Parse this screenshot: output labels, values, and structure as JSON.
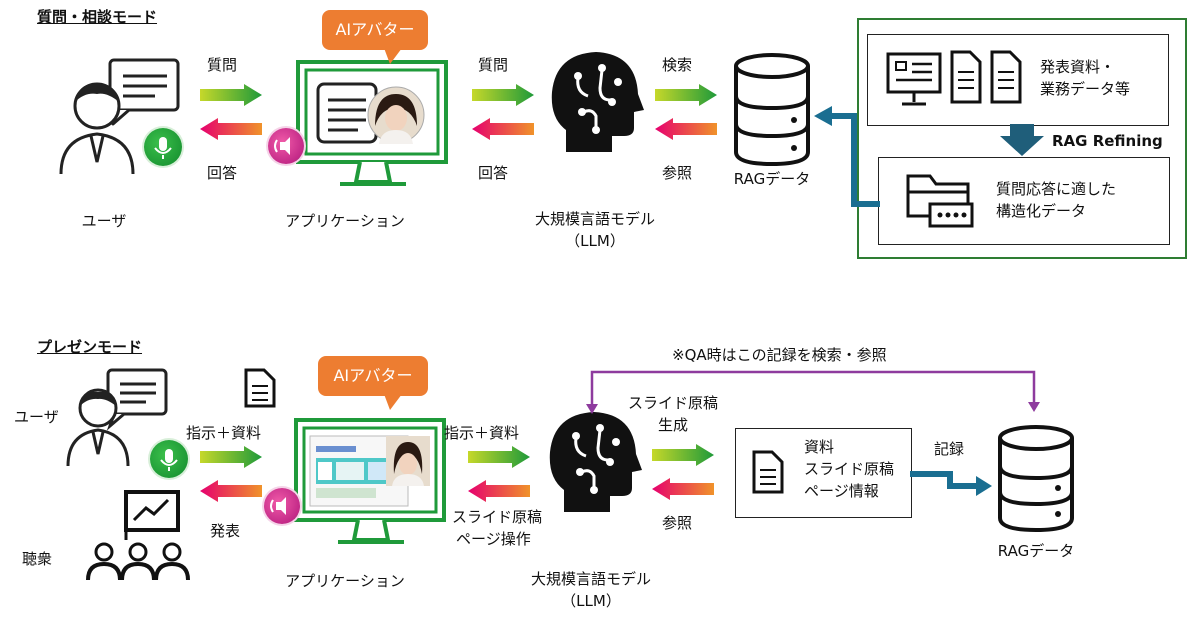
{
  "top": {
    "mode_title": "質問・相談モード",
    "ai_avatar": "AIアバター",
    "user_label": "ユーザ",
    "app_label": "アプリケーション",
    "llm_label": "大規模言語モデル",
    "llm_sub": "（LLM）",
    "rag_label": "RAGデータ",
    "arrow_question_1": "質問",
    "arrow_answer_1": "回答",
    "arrow_question_2": "質問",
    "arrow_answer_2": "回答",
    "arrow_search": "検索",
    "arrow_reference": "参照",
    "source_docs_line1": "発表資料・",
    "source_docs_line2": "業務データ等",
    "refining_label": "RAG Refining",
    "structured_line1": "質問応答に適した",
    "structured_line2": "構造化データ"
  },
  "bottom": {
    "mode_title": "プレゼンモード",
    "ai_avatar": "AIアバター",
    "user_label": "ユーザ",
    "audience_label": "聴衆",
    "app_label": "アプリケーション",
    "llm_label": "大規模言語モデル",
    "llm_sub": "（LLM）",
    "rag_label": "RAGデータ",
    "arrow_instruct_1": "指示＋資料",
    "arrow_present": "発表",
    "arrow_instruct_2": "指示＋資料",
    "arrow_slide_op_line1": "スライド原稿",
    "arrow_slide_op_line2": "ページ操作",
    "arrow_gen_line1": "スライド原稿",
    "arrow_gen_line2": "生成",
    "arrow_reference": "参照",
    "record_label": "記録",
    "record_box_line1": "資料",
    "record_box_line2": "スライド原稿",
    "record_box_line3": "ページ情報",
    "qa_note": "※QA時はこの記録を検索・参照"
  },
  "colors": {
    "arrow_green_start": "#c6d82a",
    "arrow_green_end": "#1f9a3a",
    "arrow_pink_start": "#f0932a",
    "arrow_pink_end": "#e6006e",
    "monitor_green": "#1f9a3a",
    "callout_orange": "#ed7d31",
    "feedback_blue": "#1a6e91",
    "purple_line": "#8e3b9e",
    "green_frame": "#2e7d32"
  }
}
